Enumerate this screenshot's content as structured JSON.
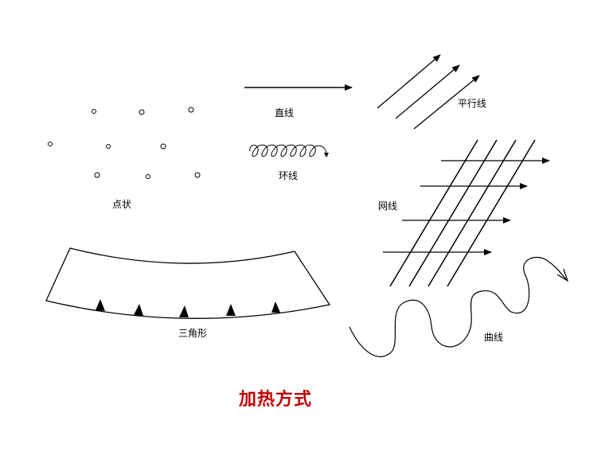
{
  "labels": {
    "dots": "点状",
    "straight": "直线",
    "ring": "环线",
    "parallel": "平行线",
    "grid": "网线",
    "triangle": "三角形",
    "curve": "曲线"
  },
  "title": "加热方式"
}
